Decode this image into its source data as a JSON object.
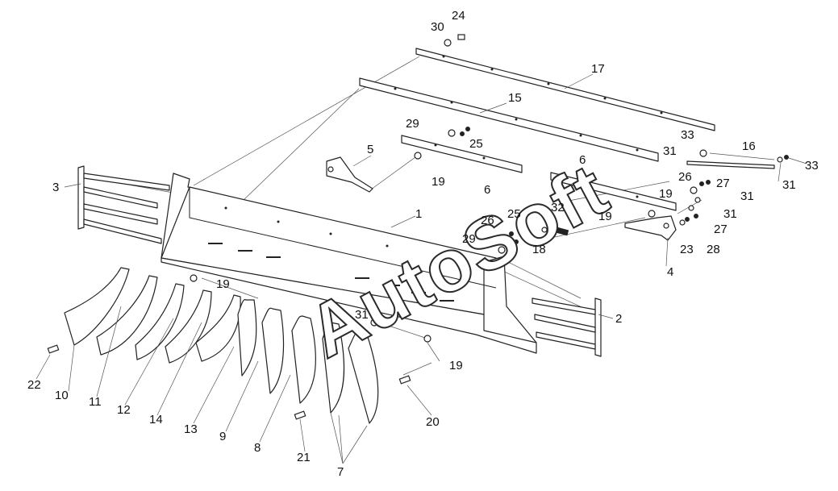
{
  "watermark": "AutoSoft",
  "callouts": {
    "c1": "1",
    "c2": "2",
    "c3": "3",
    "c4": "4",
    "c5": "5",
    "c6a": "6",
    "c6b": "6",
    "c7": "7",
    "c8": "8",
    "c9": "9",
    "c10": "10",
    "c11": "11",
    "c12": "12",
    "c13": "13",
    "c14": "14",
    "c15": "15",
    "c16": "16",
    "c17": "17",
    "c18": "18",
    "c19a": "19",
    "c19b": "19",
    "c19c": "19",
    "c19d": "19",
    "c19e": "19",
    "c20": "20",
    "c21": "21",
    "c22": "22",
    "c23": "23",
    "c24": "24",
    "c25a": "25",
    "c25b": "25",
    "c26a": "26",
    "c26b": "26",
    "c27a": "27",
    "c27b": "27",
    "c28": "28",
    "c29a": "29",
    "c29b": "29",
    "c30": "30",
    "c31a": "31",
    "c31b": "31",
    "c31c": "31",
    "c31d": "31",
    "c31e": "31",
    "c32": "32",
    "c33a": "33",
    "c33b": "33"
  }
}
